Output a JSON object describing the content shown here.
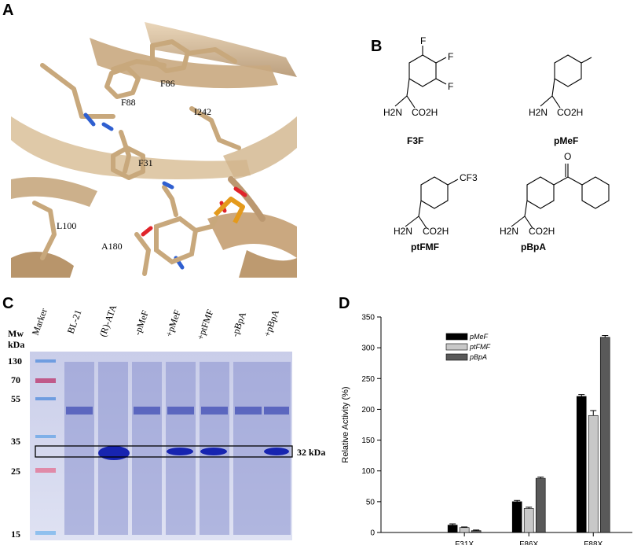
{
  "panels": {
    "a": "A",
    "b": "B",
    "c": "C",
    "d": "D"
  },
  "structure": {
    "residues": [
      "F88",
      "F86",
      "I242",
      "F31",
      "L100",
      "A180"
    ]
  },
  "molecules": {
    "f3f": "F3F",
    "pmef": "pMeF",
    "ptfmf": "ptFMF",
    "pbpa": "pBpA",
    "labels": {
      "f": "F",
      "cf3": "CF3",
      "o": "O",
      "h2n": "H2N",
      "co2h": "CO2H"
    }
  },
  "gel": {
    "mw_header": "Mw",
    "kda_header": "kDa",
    "lanes": [
      "Marker",
      "BL-21",
      "(R)-ATA",
      "-pMeF",
      "+pMeF",
      "+ptFMF",
      "-pBpA",
      "+pBpA"
    ],
    "mw_markers": [
      "130",
      "70",
      "55",
      "35",
      "25",
      "15"
    ],
    "band_label": "32 kDa"
  },
  "chart_data": {
    "type": "bar",
    "categories": [
      "F31X",
      "F86X",
      "F88X"
    ],
    "series": [
      {
        "name": "pMeF",
        "values": [
          12,
          50,
          221
        ],
        "errors": [
          2,
          2,
          3
        ],
        "color": "#000000"
      },
      {
        "name": "ptFMF",
        "values": [
          8,
          39,
          190
        ],
        "errors": [
          1,
          2,
          8
        ],
        "color": "#c8c8c8"
      },
      {
        "name": "pBpA",
        "values": [
          3,
          88,
          317
        ],
        "errors": [
          1,
          2,
          3
        ],
        "color": "#595959"
      }
    ],
    "ylabel": "Relative Activity (%)",
    "xlabel": "",
    "ylim": [
      0,
      350
    ],
    "yticks": [
      "0",
      "50",
      "100",
      "150",
      "200",
      "250",
      "300",
      "350"
    ],
    "legend_position": "top-left",
    "grid": false
  }
}
